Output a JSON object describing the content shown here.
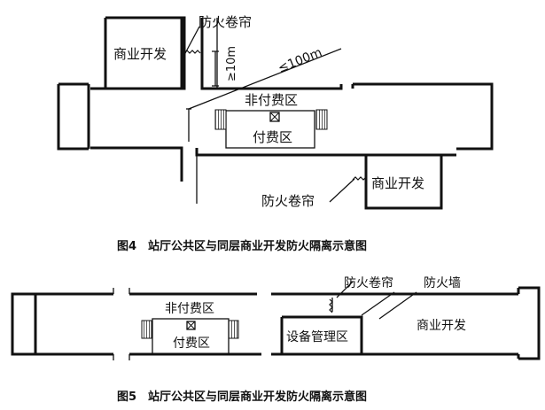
{
  "figure4": {
    "label_commercial_top": "商业开发",
    "label_commercial_right": "商业开发",
    "label_shutter_top": "防火卷帘",
    "label_shutter_bottom": "防火卷帘",
    "label_dim_10m": "≥10m",
    "label_dim_100m": "≤100m",
    "label_unpaid": "非付费区",
    "label_paid": "付费区",
    "caption": "图4　站厅公共区与同层商业开发防火隔离示意图"
  },
  "figure5": {
    "label_unpaid": "非付费区",
    "label_paid": "付费区",
    "label_equipment": "设备管理区",
    "label_shutter": "防火卷帘",
    "label_firewall": "防火墙",
    "label_commercial": "商业开发",
    "caption": "图5　站厅公共区与同层商业开发防火隔离示意图"
  },
  "icons": [
    "gate-turnstile-icon",
    "ticket-machine-icon",
    "fire-shutter-icon"
  ],
  "colors": {
    "line": "#111111",
    "background": "#ffffff"
  }
}
